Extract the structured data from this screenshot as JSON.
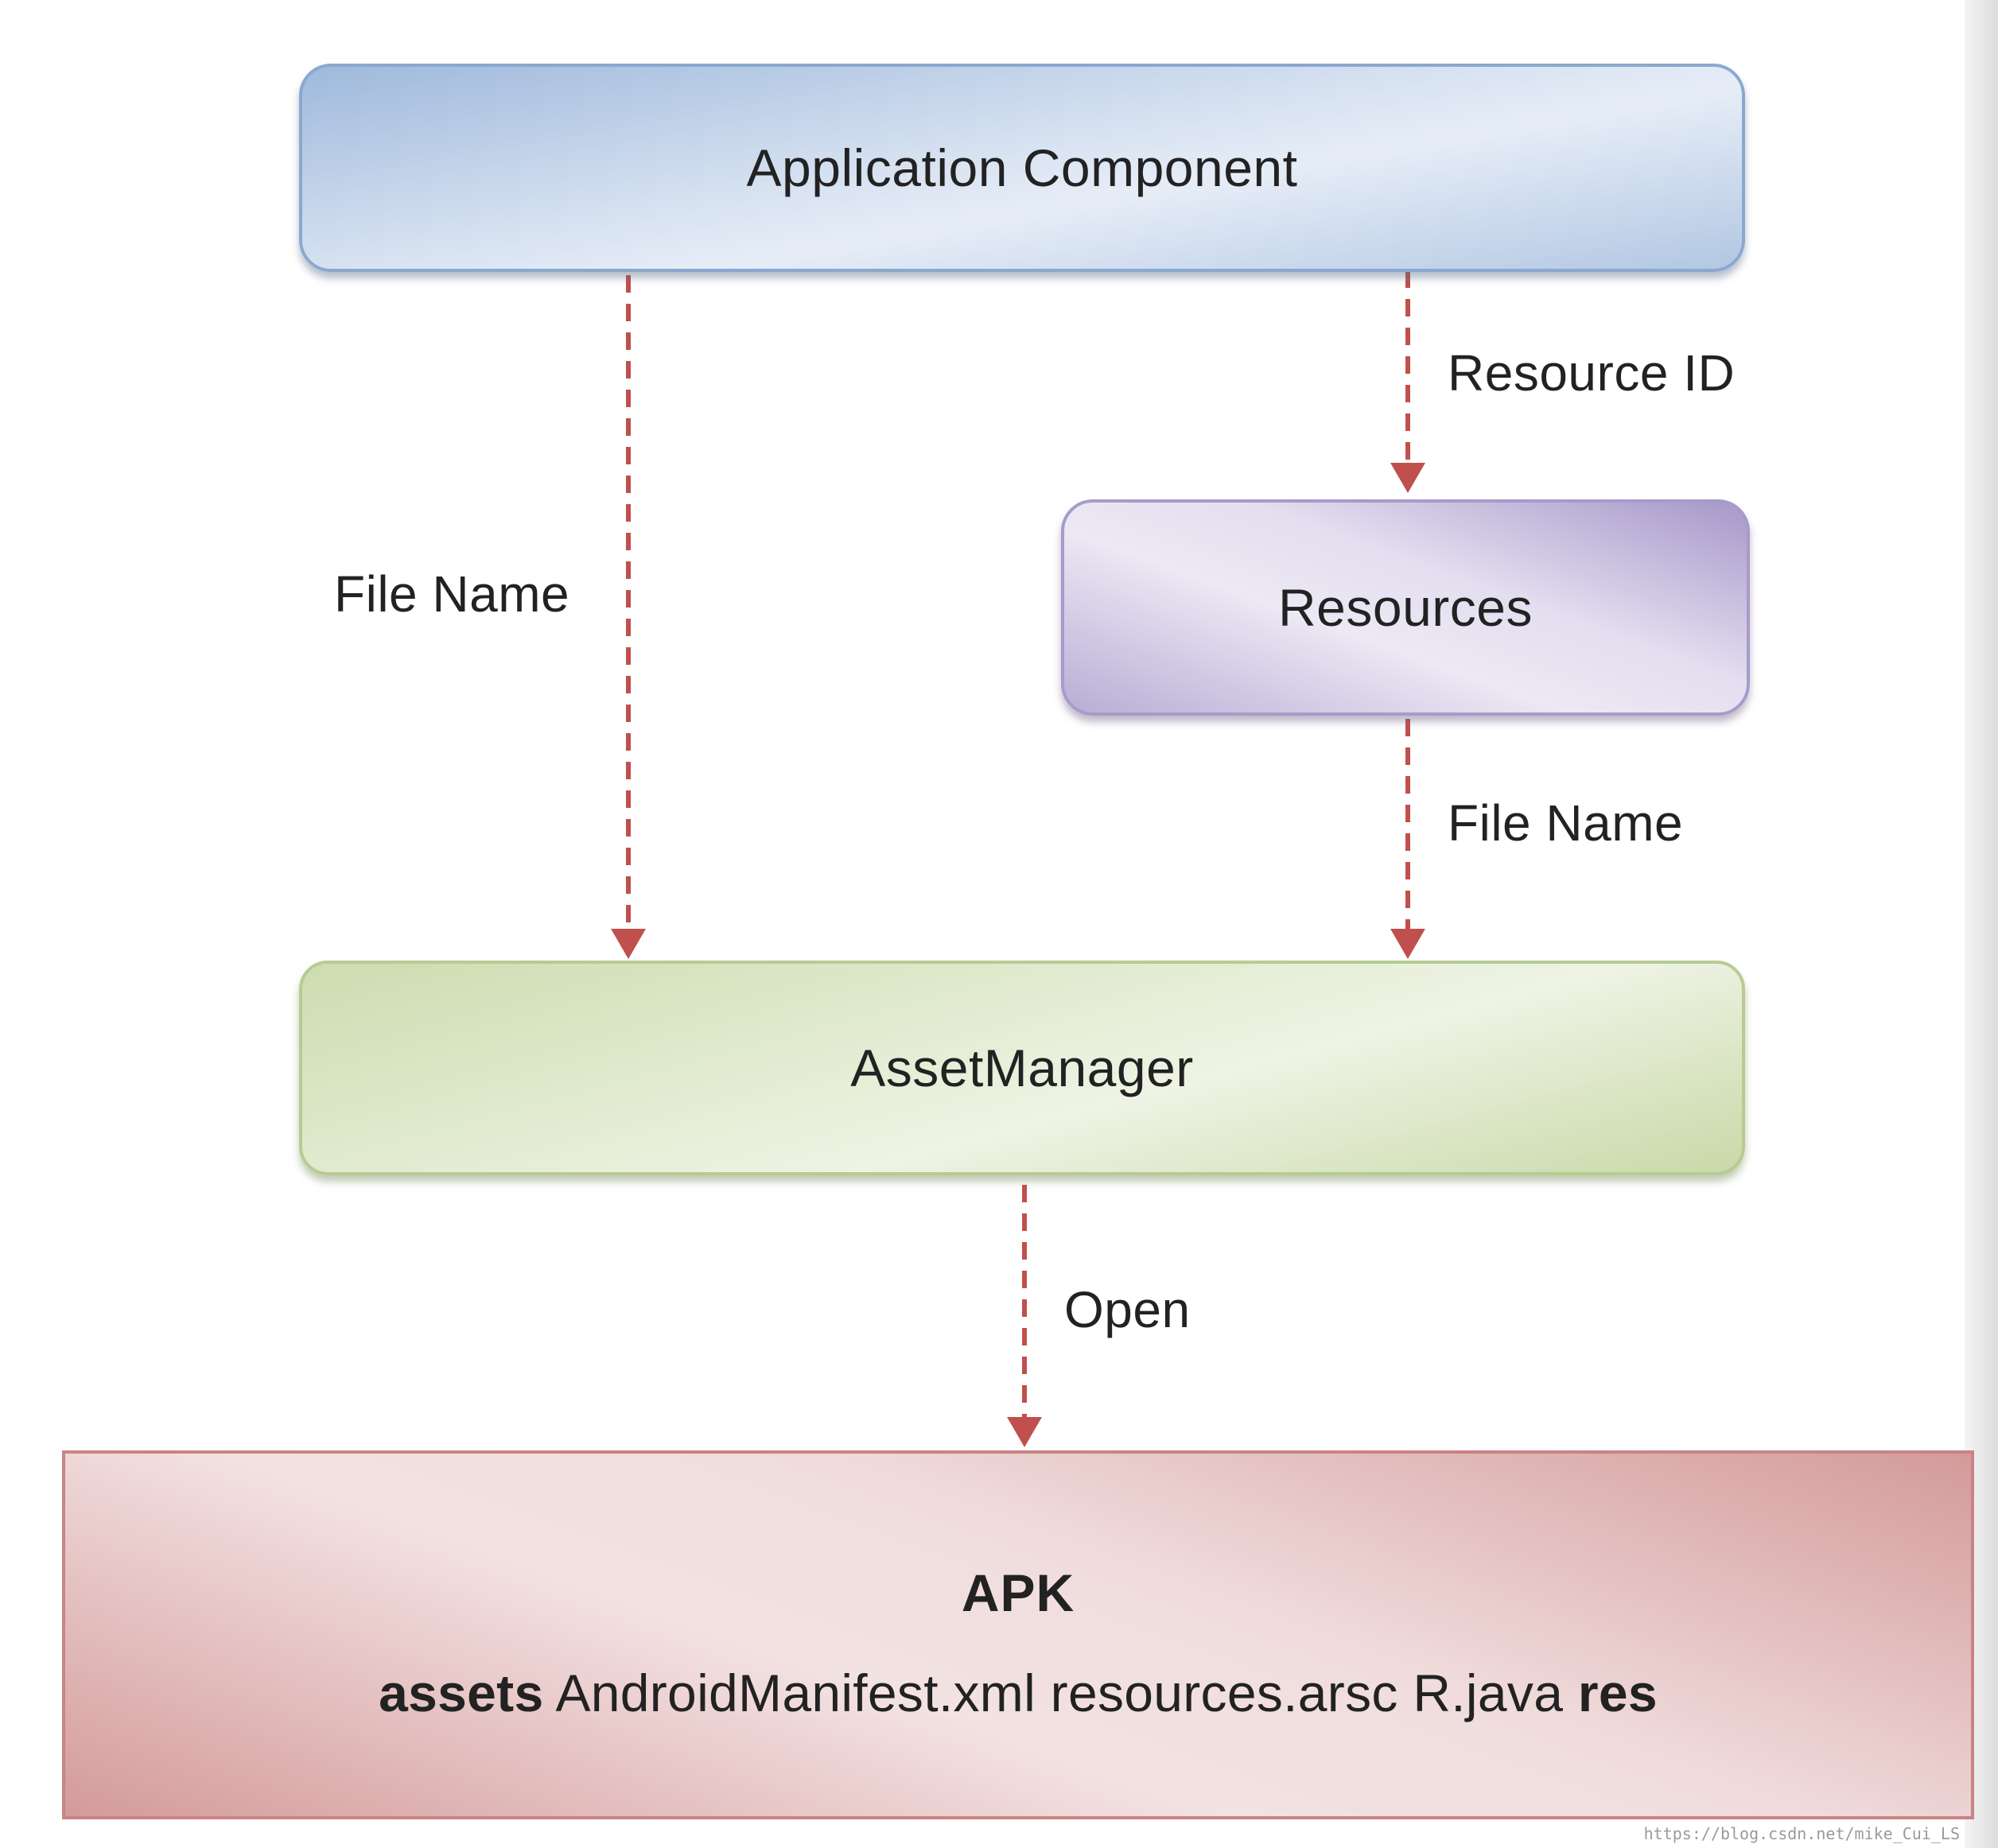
{
  "nodes": {
    "application_component": "Application Component",
    "resources": "Resources",
    "asset_manager": "AssetManager",
    "apk": {
      "title": "APK",
      "files": [
        {
          "text": "assets",
          "bold": true
        },
        {
          "text": " AndroidManifest.xml resources.arsc R.java ",
          "bold": false
        },
        {
          "text": "res",
          "bold": true
        }
      ]
    }
  },
  "edges": {
    "app_to_asset_label": "File Name",
    "app_to_resources_label": "Resource ID",
    "resources_to_asset_label": "File Name",
    "asset_to_apk_label": "Open"
  },
  "watermark": "https://blog.csdn.net/mike_Cui_LS",
  "colors": {
    "arrow": "#c0504d",
    "app_box": "#b2c7e3",
    "resources_box": "#b8add5",
    "asset_box": "#c9d9a8",
    "apk_box": "#d49a9a"
  }
}
